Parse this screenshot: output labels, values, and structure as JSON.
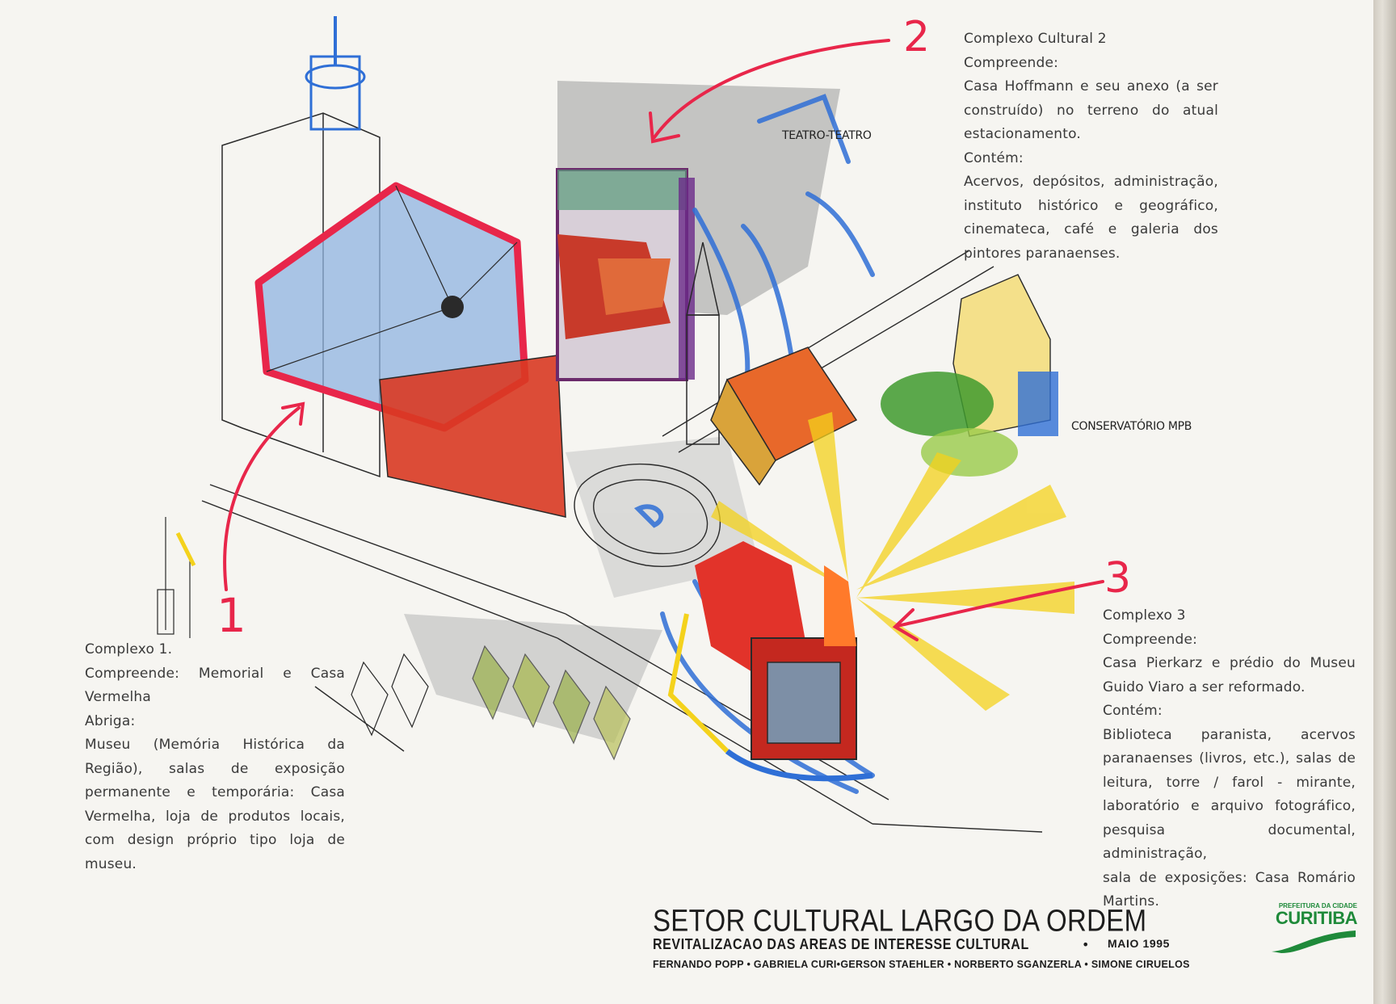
{
  "labels": {
    "number_1": "1",
    "number_2": "2",
    "number_3": "3",
    "teatro": "TEATRO-TEATRO",
    "conservatorio": "CONSERVATÓRIO MPB"
  },
  "complexo1": {
    "title": "Complexo 1.",
    "compreende_label": "Compreende:",
    "compreende_a": "Memorial",
    "compreende_b": "e",
    "compreende_c": "Casa",
    "compreende_d": "Vermelha",
    "abriga_label": "Abriga:",
    "body_lines": [
      "Museu (Memória Histórica da",
      "Região), salas de exposição",
      "permanente e temporária: Casa",
      "Vermelha, loja de produtos locais,",
      "com design próprio tipo loja de"
    ],
    "last_line": "museu."
  },
  "complexo2": {
    "title": "Complexo Cultural 2",
    "compreende_label": "Compreende:",
    "compreende_lines": [
      "Casa Hoffmann e seu anexo (a ser",
      "construído) no terreno do atual"
    ],
    "compreende_last": "estacionamento.",
    "contem_label": "Contém:",
    "contem_lines": [
      "Acervos, depósitos, administração,",
      "instituto histórico e geográfico,",
      "cinemateca, café e galeria dos"
    ],
    "contem_last": "pintores paranaenses."
  },
  "complexo3": {
    "title": "Complexo 3",
    "compreende_label": "Compreende:",
    "compreende_lines": [
      "Casa Pierkarz e prédio do Museu"
    ],
    "compreende_last": "Guido Viaro a ser reformado.",
    "contem_label": "Contém:",
    "contem_lines": [
      "Biblioteca paranista, acervos",
      "paranaenses (livros, etc.), salas de",
      "leitura, torre / farol - mirante,",
      "laboratório e arquivo fotográfico,",
      "pesquisa documental, administração,",
      "sala de exposições: Casa Romário"
    ],
    "contem_last": "Martins."
  },
  "footer": {
    "title": "SETOR CULTURAL LARGO DA ORDEM",
    "subtitle": "REVITALIZACAO DAS AREAS DE INTERESSE CULTURAL",
    "bullet": "•",
    "date": "MAIO 1995",
    "authors": "FERNANDO POPP • GABRIELA CURI•GERSON STAEHLER • NORBERTO SGANZERLA • SIMONE CIRUELOS"
  },
  "logo": {
    "top": "PREFEITURA DA CIDADE",
    "main": "CURITIBA",
    "color": "#1f8a3a"
  },
  "colors": {
    "accent_red": "#e8264a",
    "crayon_blue": "#2f6fd6",
    "crayon_yellow": "#f4d21c",
    "crayon_green": "#3f9a2e",
    "brick_red": "#d93a22",
    "ink": "#2a2a2a"
  }
}
